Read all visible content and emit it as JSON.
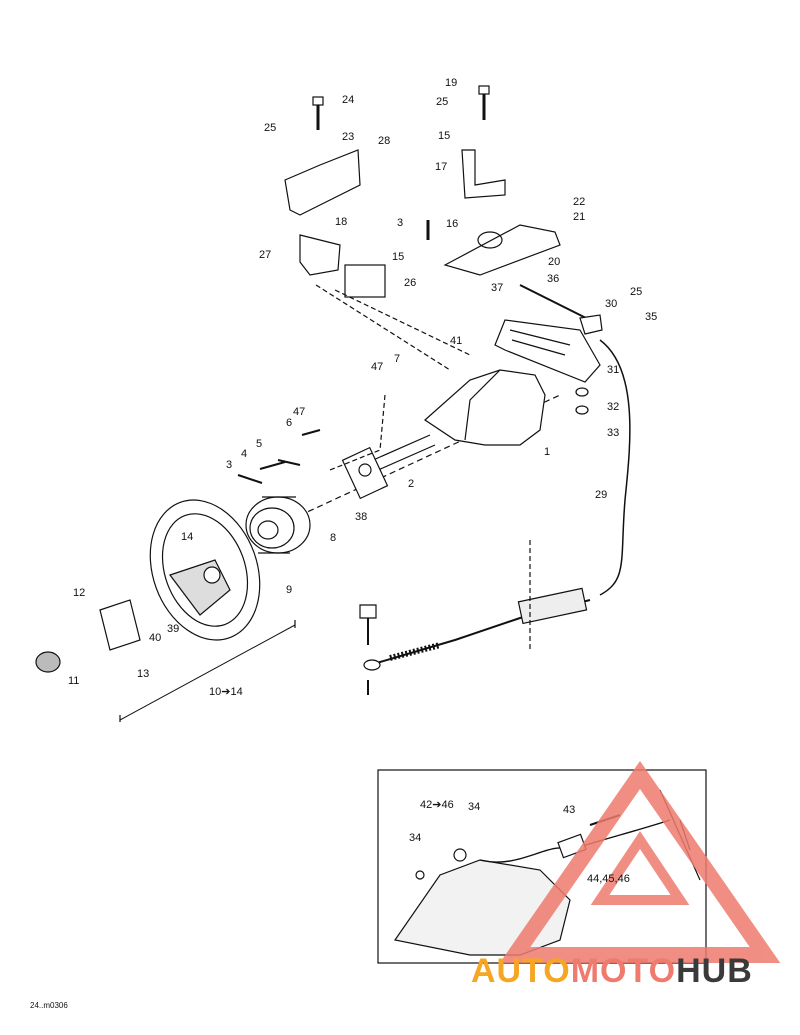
{
  "diagram": {
    "callouts": [
      {
        "id": "c1",
        "text": "1"
      },
      {
        "id": "c2",
        "text": "2"
      },
      {
        "id": "c3a",
        "text": "3"
      },
      {
        "id": "c3b",
        "text": "3"
      },
      {
        "id": "c4",
        "text": "4"
      },
      {
        "id": "c5",
        "text": "5"
      },
      {
        "id": "c6",
        "text": "6"
      },
      {
        "id": "c7",
        "text": "7"
      },
      {
        "id": "c8",
        "text": "8"
      },
      {
        "id": "c9",
        "text": "9"
      },
      {
        "id": "c11",
        "text": "11"
      },
      {
        "id": "c12",
        "text": "12"
      },
      {
        "id": "c13",
        "text": "13"
      },
      {
        "id": "c14",
        "text": "14"
      },
      {
        "id": "c1014",
        "text": "10➔14"
      },
      {
        "id": "c15a",
        "text": "15"
      },
      {
        "id": "c15b",
        "text": "15"
      },
      {
        "id": "c16",
        "text": "16"
      },
      {
        "id": "c17",
        "text": "17"
      },
      {
        "id": "c18",
        "text": "18"
      },
      {
        "id": "c19",
        "text": "19"
      },
      {
        "id": "c20",
        "text": "20"
      },
      {
        "id": "c21",
        "text": "21"
      },
      {
        "id": "c22",
        "text": "22"
      },
      {
        "id": "c23",
        "text": "23"
      },
      {
        "id": "c24",
        "text": "24"
      },
      {
        "id": "c25a",
        "text": "25"
      },
      {
        "id": "c25b",
        "text": "25"
      },
      {
        "id": "c25c",
        "text": "25"
      },
      {
        "id": "c26",
        "text": "26"
      },
      {
        "id": "c27",
        "text": "27"
      },
      {
        "id": "c28",
        "text": "28"
      },
      {
        "id": "c29",
        "text": "29"
      },
      {
        "id": "c30",
        "text": "30"
      },
      {
        "id": "c31",
        "text": "31"
      },
      {
        "id": "c32",
        "text": "32"
      },
      {
        "id": "c33",
        "text": "33"
      },
      {
        "id": "c35",
        "text": "35"
      },
      {
        "id": "c36",
        "text": "36"
      },
      {
        "id": "c37",
        "text": "37"
      },
      {
        "id": "c38",
        "text": "38"
      },
      {
        "id": "c39",
        "text": "39"
      },
      {
        "id": "c40",
        "text": "40"
      },
      {
        "id": "c41",
        "text": "41"
      },
      {
        "id": "c4247",
        "text": "47"
      },
      {
        "id": "c47b",
        "text": "47"
      }
    ],
    "inset_callouts": [
      {
        "id": "i4246",
        "text": "42➔46"
      },
      {
        "id": "i34a",
        "text": "34"
      },
      {
        "id": "i34b",
        "text": "34"
      },
      {
        "id": "i43",
        "text": "43"
      },
      {
        "id": "i444546",
        "text": "44,45,46"
      }
    ],
    "drawing_code": "24..m0306"
  },
  "watermark": {
    "part1": "AUTO",
    "part2": "MOTO",
    "part3": "HUB",
    "colors": {
      "orange": "#f5a623",
      "salmon": "#ef7b6e",
      "dark": "#3a3a3a"
    }
  }
}
